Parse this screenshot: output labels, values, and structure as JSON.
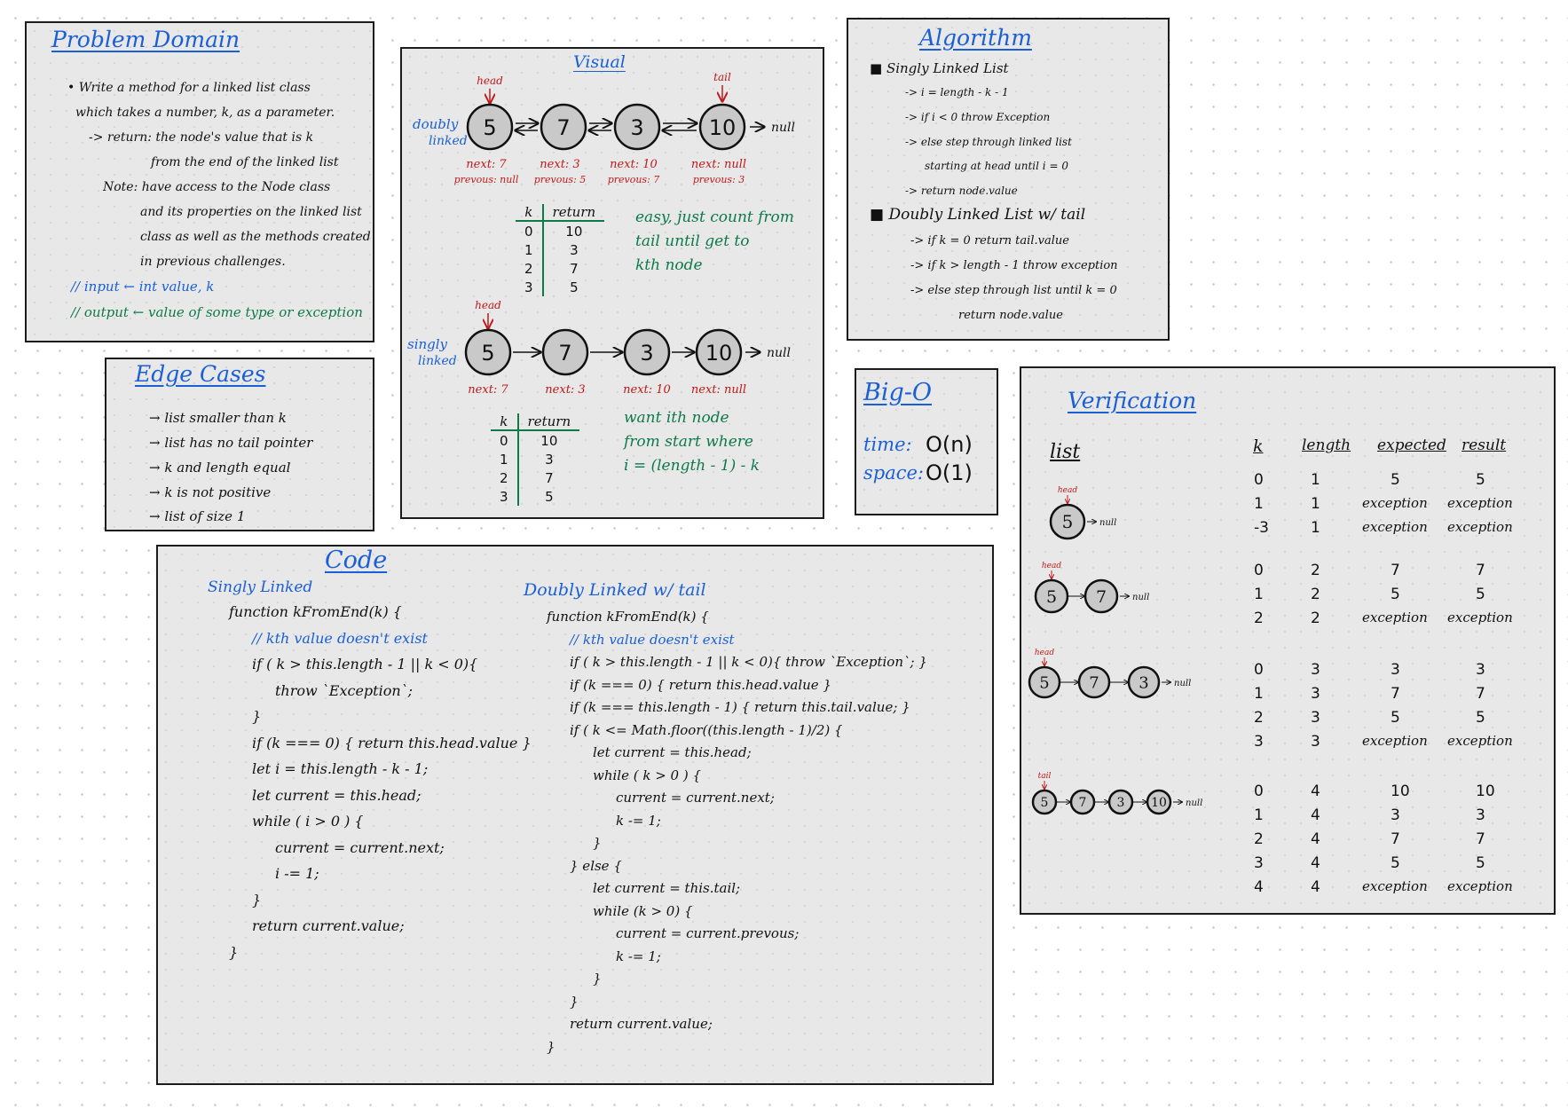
{
  "problem_domain": {
    "title": "Problem Domain",
    "lines": [
      "• Write a method for a linked list class",
      "which takes a number, k, as a parameter.",
      "-> return: the node's value that is k",
      "from the end of the linked list",
      "Note: have access to the Node class",
      "and its properties on the linked list",
      "class as well as the methods created",
      "in previous challenges."
    ],
    "input": "// input ← int value, k",
    "output": "// output ← value of some type or exception"
  },
  "edge_cases": {
    "title": "Edge Cases",
    "items": [
      "→ list smaller than k",
      "→ list has no tail pointer",
      "→ k and length equal",
      "→ k is not positive",
      "→ list of size 1"
    ]
  },
  "visual": {
    "title": "Visual",
    "doubly_label": "doubly linked",
    "singly_label": "singly linked",
    "head_label": "head",
    "tail_label": "tail",
    "null_label": "→ null",
    "doubly_nodes": [
      "5",
      "7",
      "3",
      "10"
    ],
    "doubly_next": [
      "next: 7",
      "next: 3",
      "next: 10",
      "next: null"
    ],
    "doubly_prev": [
      "prevous: null",
      "prevous: 5",
      "prevous: 7",
      "prevous: 3"
    ],
    "singly_nodes": [
      "5",
      "7",
      "3",
      "10"
    ],
    "singly_next": [
      "next: 7",
      "next: 3",
      "next: 10",
      "next: null"
    ],
    "table_headers": [
      "k",
      "return"
    ],
    "table1": [
      [
        "0",
        "10"
      ],
      [
        "1",
        "3"
      ],
      [
        "2",
        "7"
      ],
      [
        "3",
        "5"
      ]
    ],
    "table2": [
      [
        "0",
        "10"
      ],
      [
        "1",
        "3"
      ],
      [
        "2",
        "7"
      ],
      [
        "3",
        "5"
      ]
    ],
    "note1": [
      "easy, just count from",
      "tail until get to",
      "kth node"
    ],
    "note2": [
      "want ith node",
      "from start where",
      "i = (length - 1) - k"
    ]
  },
  "algorithm": {
    "title": "Algorithm",
    "singly_header": "Singly Linked List",
    "singly_steps": [
      "-> i = length - k - 1",
      "-> if i < 0 throw Exception",
      "-> else step through linked list",
      "starting at head until i = 0",
      "-> return node.value"
    ],
    "doubly_header": "Doubly Linked List w/ tail",
    "doubly_steps": [
      "-> if k = 0 return tail.value",
      "-> if k > length - 1 throw exception",
      "-> else step through list until k = 0",
      "return node.value"
    ]
  },
  "big_o": {
    "title": "Big-O",
    "time_label": "time:",
    "time_value": "O(n)",
    "space_label": "space:",
    "space_value": "O(1)"
  },
  "verification": {
    "title": "Verification",
    "list_header": "list",
    "headers": [
      "k",
      "length",
      "expected",
      "result"
    ],
    "head_label": "head",
    "tail_label": "tail",
    "null_label": "→ null",
    "lists": [
      [
        "5"
      ],
      [
        "5",
        "7"
      ],
      [
        "5",
        "7",
        "3"
      ],
      [
        "5",
        "7",
        "3",
        "10"
      ]
    ],
    "groups": [
      [
        [
          "0",
          "1",
          "5",
          "5"
        ],
        [
          "1",
          "1",
          "exception",
          "exception"
        ],
        [
          "-3",
          "1",
          "exception",
          "exception"
        ]
      ],
      [
        [
          "0",
          "2",
          "7",
          "7"
        ],
        [
          "1",
          "2",
          "5",
          "5"
        ],
        [
          "2",
          "2",
          "exception",
          "exception"
        ]
      ],
      [
        [
          "0",
          "3",
          "3",
          "3"
        ],
        [
          "1",
          "3",
          "7",
          "7"
        ],
        [
          "2",
          "3",
          "5",
          "5"
        ],
        [
          "3",
          "3",
          "exception",
          "exception"
        ]
      ],
      [
        [
          "0",
          "4",
          "10",
          "10"
        ],
        [
          "1",
          "4",
          "3",
          "3"
        ],
        [
          "2",
          "4",
          "7",
          "7"
        ],
        [
          "3",
          "4",
          "5",
          "5"
        ],
        [
          "4",
          "4",
          "exception",
          "exception"
        ]
      ]
    ]
  },
  "code": {
    "title": "Code",
    "singly_title": "Singly Linked",
    "singly_lines": [
      "function kFromEnd(k) {",
      "  // kth value doesn't exist",
      "  if ( k > this.length - 1 || k < 0){",
      "    throw `Exception`;",
      "  }",
      "  if (k === 0) { return this.head.value }",
      "  let i = this.length - k - 1;",
      "  let current = this.head;",
      "  while ( i > 0 ) {",
      "    current = current.next;",
      "    i -= 1;",
      "  }",
      "  return current.value;",
      "}"
    ],
    "doubly_title": "Doubly Linked w/ tail",
    "doubly_lines": [
      "function kFromEnd(k) {",
      "  // kth value doesn't exist",
      "  if ( k > this.length - 1 || k < 0){ throw `Exception`; }",
      "  if (k === 0) { return this.head.value }",
      "  if (k === this.length - 1) { return this.tail.value; }",
      "  if ( k <= Math.floor((this.length - 1)/2) {",
      "    let current = this.head;",
      "    while ( k > 0 ) {",
      "      current = current.next;",
      "      k -= 1;",
      "    }",
      "  } else {",
      "    let current = this.tail;",
      "    while (k > 0) {",
      "      current = current.prevous;",
      "      k -= 1;",
      "    }",
      "  }",
      "  return current.value;",
      "}"
    ]
  }
}
